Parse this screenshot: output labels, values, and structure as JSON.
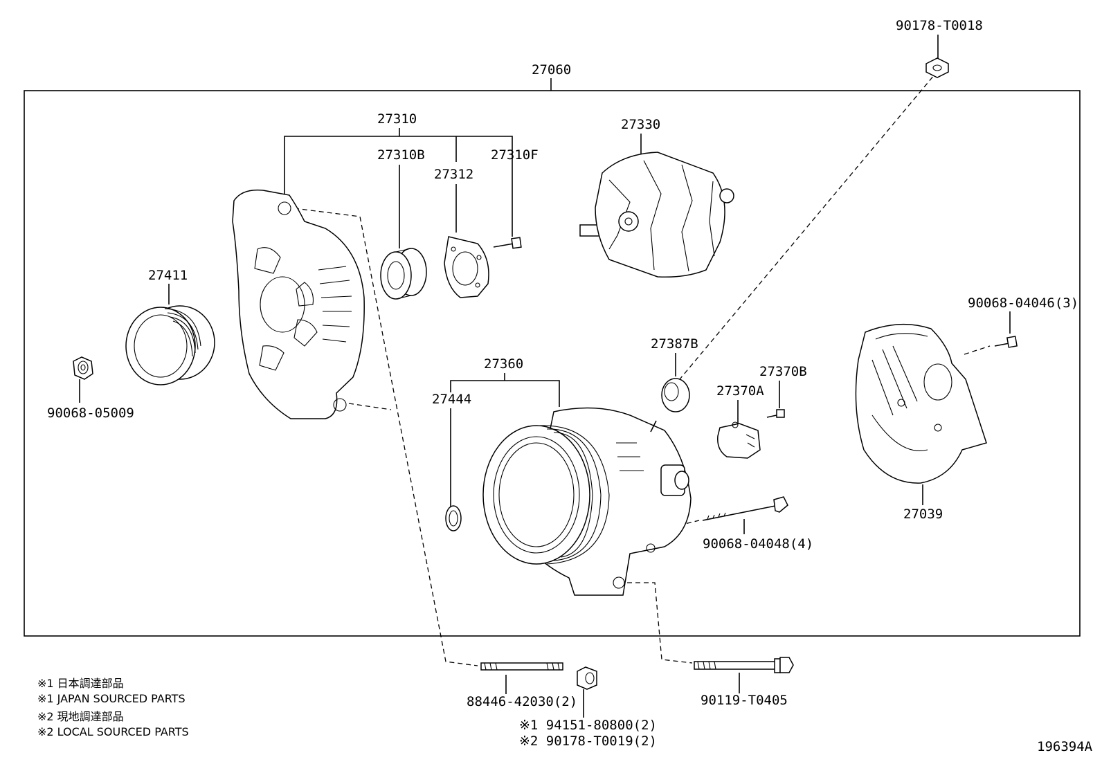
{
  "labels": {
    "assembly": "27060",
    "housing_group": "27310",
    "bearing": "27310B",
    "retainer": "27312",
    "retainer_screw": "27310F",
    "rotor": "27330",
    "pulley": "27411",
    "pulley_nut": "90068-05009",
    "drive_frame_group": "27360",
    "o_ring": "27444",
    "insulator": "27387B",
    "brush_holder": "27370A",
    "brush_holder_screw": "27370B",
    "rear_cover": "27039",
    "cover_bolt": "90068-04046(3)",
    "top_nut": "90178-T0018",
    "frame_bolt": "90068-04048(4)",
    "stud_bolt": "88446-42030(2)",
    "bolt_bottom": "90119-T0405",
    "nut_japan": "※1 94151-80800(2)",
    "nut_local": "※2 90178-T0019(2)",
    "diagram_id": "196394A"
  },
  "notes": [
    "※1 日本調達部品",
    "※1 JAPAN SOURCED PARTS",
    "※2 現地調達部品",
    "※2 LOCAL SOURCED PARTS"
  ]
}
